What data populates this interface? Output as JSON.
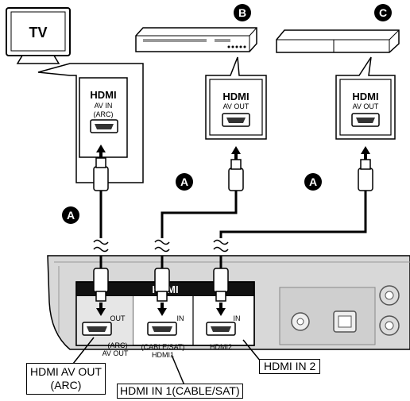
{
  "tv": {
    "label": "TV"
  },
  "badges": {
    "b": "B",
    "c": "C",
    "a": "A"
  },
  "ports": {
    "tv_in": {
      "logo": "HDMI",
      "line1": "AV IN",
      "line2": "(ARC)"
    },
    "b_out": {
      "logo": "HDMI",
      "line1": "AV OUT"
    },
    "c_out": {
      "logo": "HDMI",
      "line1": "AV OUT"
    }
  },
  "panel": {
    "logo": "HDMI",
    "out": {
      "tag": "OUT",
      "line1": "(ARC)",
      "line2": "AV OUT"
    },
    "in1": {
      "tag": "IN",
      "line1": "(CABLE/SAT)",
      "line2": "HDMI1"
    },
    "in2": {
      "tag": "IN",
      "line1": "HDMI2"
    }
  },
  "callouts": {
    "av_out": [
      "HDMI AV OUT",
      "(ARC)"
    ],
    "in1": "HDMI IN 1(CABLE/SAT)",
    "in2": "HDMI IN 2"
  }
}
